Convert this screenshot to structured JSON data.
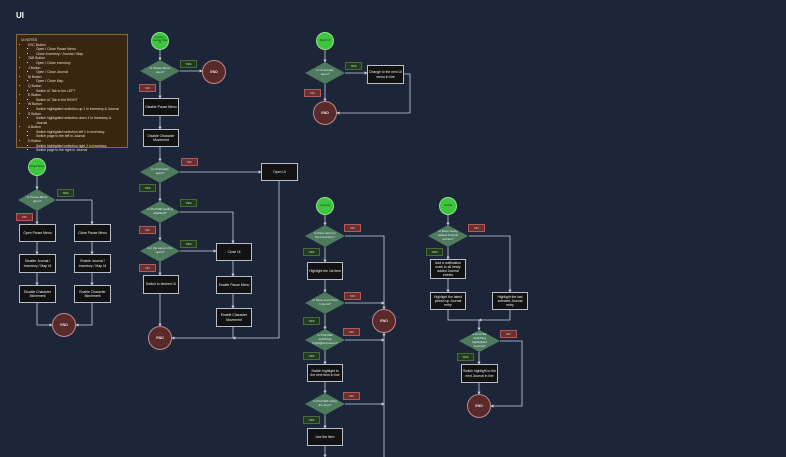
{
  "title": "UI",
  "notes": {
    "heading": "UI NOTES",
    "items": [
      {
        "label": "ESC Button",
        "subitems": [
          "Open / Close Pause Menu",
          "Close Inventory / Journal / Map"
        ]
      },
      {
        "label": "TAB Button",
        "subitems": [
          "Open / Close Inventory"
        ]
      },
      {
        "label": "J Button",
        "subitems": [
          "Open / Close Journal"
        ]
      },
      {
        "label": "M Button",
        "subitems": [
          "Open / Close Map"
        ]
      },
      {
        "label": "Q Button",
        "subitems": [
          "Switch UI Tab to the LEFT"
        ]
      },
      {
        "label": "E Button",
        "subitems": [
          "Switch UI Tab to the RIGHT"
        ]
      },
      {
        "label": "W Button",
        "subitems": [
          "Switch highlighted selection up 1 in Inventory & Journal"
        ]
      },
      {
        "label": "S Button",
        "subitems": [
          "Switch highlighted selection down 1 in Inventory & Journal"
        ]
      },
      {
        "label": "A Button",
        "subitems": [
          "Switch highlighted selection left 1 in Inventory",
          "Switch page to the left in Journal"
        ]
      },
      {
        "label": "D Button",
        "subitems": [
          "Switch highlighted selection right 1 in Inventory",
          "Switch page to the right in Journal"
        ]
      }
    ]
  },
  "labels": {
    "yes": "YES",
    "no": "NO",
    "end": "END"
  },
  "flow_pause": {
    "start": "Escape Button",
    "q_open": "Is Pause Menu open?",
    "open_menu": "Open Pause Menu",
    "close_menu": "Close Pause Menu",
    "disable_ui": "Disable Journal / Inventory / Map UI",
    "enable_ui": "Enable Journal / Inventory / Map UI",
    "disable_move": "Disable Character Movement",
    "enable_move": "Enable Character Movement"
  },
  "flow_ui": {
    "start": "Inventory / Journal / Map UI",
    "q_pause": "Is Pause Menu open?",
    "disable_pause": "Disable Pause Menu",
    "disable_move": "Disable Character Movement",
    "q_ui_open": "Is UI already open?",
    "open_ui": "Open UI",
    "q_attacked": "Is PLAYER getting attacked?",
    "q_same": "Is it the same UI is open?",
    "close_ui": "Close UI",
    "switch_ui": "Switch to desired UI",
    "enable_pause": "Enable Pause Menu",
    "enable_move": "Enable Character Movement"
  },
  "flow_switch": {
    "start": "Switch UI",
    "q_open": "Is UI already open?",
    "next_menu": "Change to the next UI menu in line"
  },
  "flow_inventory": {
    "start": "Inventory",
    "q_items": "Is there items in the Inventory?",
    "highlight_first": "Highlight the 1st item",
    "q_more": "Is there more than 1 items?",
    "q_switching": "Is PLAYER switching highlighted items?",
    "switch_next": "Switch highlight to the next item in line",
    "q_using": "Is PLAYER using the item?",
    "use_item": "Use the item"
  },
  "flow_journal": {
    "start": "Journal",
    "q_new": "Is there newly added Journal entries?",
    "add_mark": "Add a notification mark to all newly added Journal entries",
    "highlight_latest": "Highlight the latest picked up Journal entry",
    "highlight_last": "Highlight the last selected Journal entry",
    "q_switching": "Is PLAYER switching highlighted Journal?",
    "switch_next": "Switch highlight to the next Journal in line"
  }
}
